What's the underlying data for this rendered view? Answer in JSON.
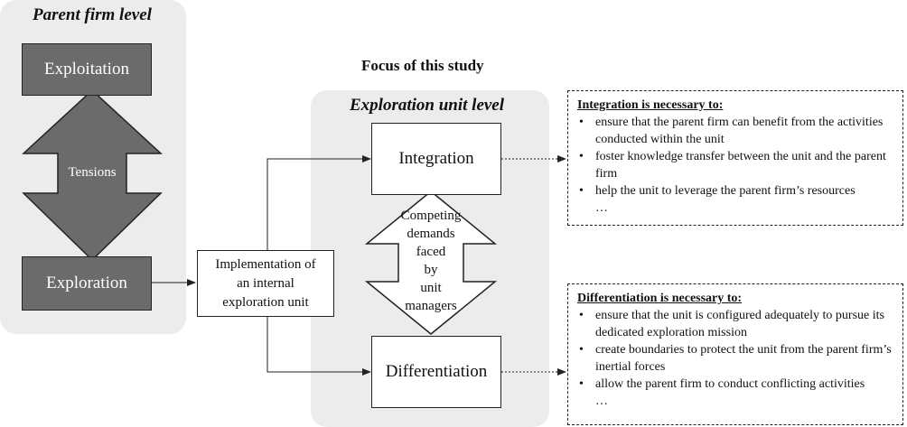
{
  "parent": {
    "heading": "Parent firm level",
    "exploitation": "Exploitation",
    "exploration": "Exploration",
    "tensions": "Tensions"
  },
  "implementation": {
    "line1": "Implementation of",
    "line2": "an internal",
    "line3": "exploration unit"
  },
  "focus_title": "Focus of this study",
  "unit": {
    "heading": "Exploration unit level",
    "integration": "Integration",
    "differentiation": "Differentiation",
    "competing": [
      "Competing",
      "demands",
      "faced",
      "by",
      "unit",
      "managers"
    ]
  },
  "integration_box": {
    "title": "Integration is necessary to:",
    "items": [
      "ensure that the parent firm can benefit from the activities conducted within the unit",
      "foster knowledge transfer between the unit and the parent firm",
      "help the unit to leverage the parent firm’s resources"
    ],
    "ellipsis": "…"
  },
  "differentiation_box": {
    "title": "Differentiation is necessary to:",
    "items": [
      "ensure that the unit is configured adequately to pursue its dedicated exploration mission",
      "create boundaries to protect the unit from the parent firm’s inertial forces",
      "allow the parent firm to conduct conflicting activities"
    ],
    "ellipsis": "…"
  }
}
